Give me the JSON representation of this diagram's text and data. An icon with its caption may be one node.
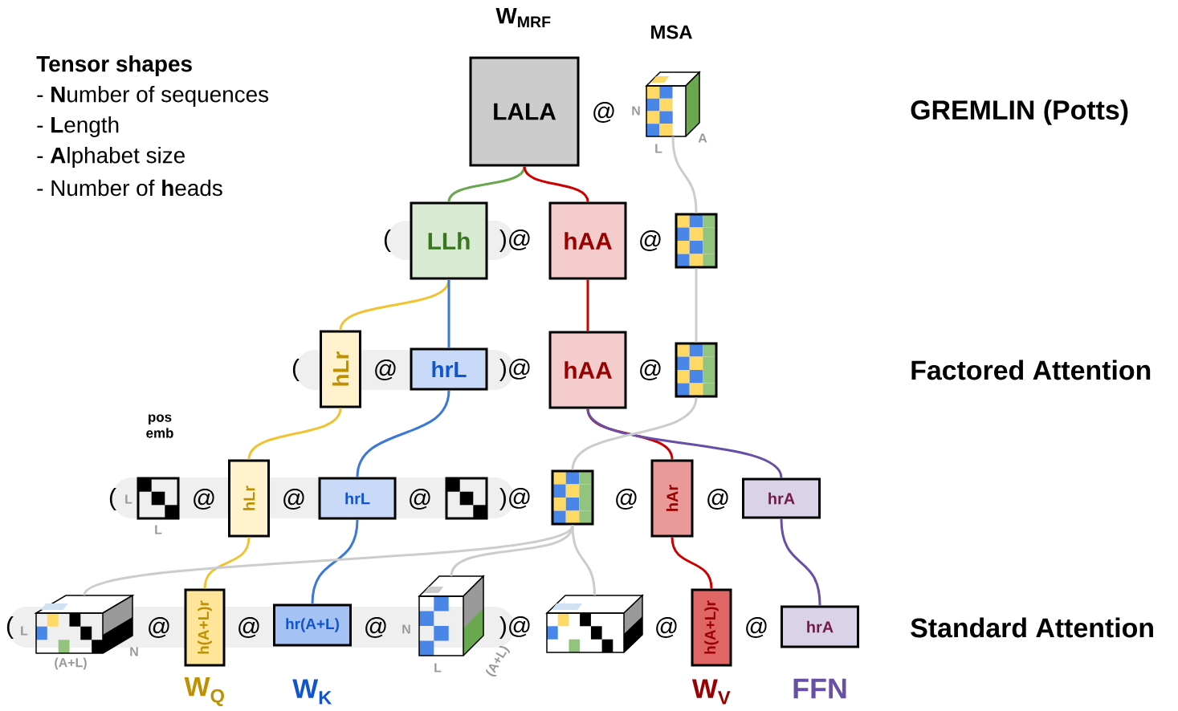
{
  "diagram": {
    "nodes": [
      {
        "text": [
          "LALA"
        ],
        "beside": [
          "W$_{MRF}$"
        ]
      },
      {
        "text": [],
        "shape": "picture",
        "beside": [
          "MSA",
          "N",
          "L",
          "A"
        ]
      },
      {
        "text": [
          "LLh"
        ]
      },
      {
        "text": [
          "hAA"
        ]
      },
      {
        "text": [],
        "shape": "picture"
      },
      {
        "text": [
          "hLr"
        ]
      },
      {
        "text": [
          "hrL"
        ]
      },
      {
        "text": [
          "hAA"
        ]
      },
      {
        "text": [],
        "shape": "picture"
      },
      {
        "text": [],
        "shape": "picture",
        "beside": [
          "pos emb",
          "L",
          "L"
        ]
      },
      {
        "text": [
          "hLr"
        ]
      },
      {
        "text": [
          "hrL"
        ]
      },
      {
        "text": [],
        "shape": "picture"
      },
      {
        "text": [],
        "shape": "picture"
      },
      {
        "text": [
          "hAr"
        ]
      },
      {
        "text": [
          "hrA"
        ]
      },
      {
        "text": [],
        "shape": "picture",
        "beside": [
          "(A+L)",
          "N"
        ]
      },
      {
        "text": [
          "h(A+L)r"
        ],
        "beside": [
          "W$_{Q}$"
        ]
      },
      {
        "text": [
          "hr(A+L)"
        ],
        "beside": [
          "W$_{K}$"
        ]
      },
      {
        "text": [],
        "shape": "picture",
        "beside": [
          "L",
          "(A+L)"
        ]
      },
      {
        "text": [],
        "shape": "picture"
      },
      {
        "text": [
          "h(A+L)r"
        ],
        "beside": [
          "W$_{V}$"
        ]
      },
      {
        "text": [
          "hrA"
        ],
        "beside": [
          "FFN"
        ]
      }
    ],
    "edges": [
      {
        "from": 0,
        "to": 2,
        "arrow": "none",
        "color": "#6aa84f"
      },
      {
        "from": 0,
        "to": 3,
        "arrow": "none",
        "color": "#cc0000"
      },
      {
        "from": 1,
        "to": 4,
        "arrow": "none"
      },
      {
        "from": 2,
        "to": 5,
        "arrow": "none",
        "color": "#f1c232"
      },
      {
        "from": 2,
        "to": 6,
        "arrow": "none",
        "color": "#3c78d8"
      },
      {
        "from": 3,
        "to": 7,
        "arrow": "none",
        "color": "#cc0000"
      },
      {
        "from": 4,
        "to": 8,
        "arrow": "none"
      },
      {
        "from": 5,
        "to": 10,
        "arrow": "none",
        "color": "#f1c232"
      },
      {
        "from": 6,
        "to": 11,
        "arrow": "none",
        "color": "#3c78d8"
      },
      {
        "from": 7,
        "to": 14,
        "arrow": "none",
        "color": "#cc0000"
      },
      {
        "from": 7,
        "to": 15,
        "arrow": "none",
        "color": "#674ea7"
      },
      {
        "from": 8,
        "to": 13,
        "arrow": "none"
      },
      {
        "from": 10,
        "to": 17,
        "arrow": "none",
        "color": "#f1c232"
      },
      {
        "from": 11,
        "to": 18,
        "arrow": "none",
        "color": "#3c78d8"
      },
      {
        "from": 13,
        "to": 16,
        "arrow": "none"
      },
      {
        "from": 13,
        "to": 19,
        "arrow": "none"
      },
      {
        "from": 13,
        "to": 20,
        "arrow": "none"
      },
      {
        "from": 14,
        "to": 21,
        "arrow": "none",
        "color": "#cc0000"
      },
      {
        "from": 15,
        "to": 22,
        "arrow": "none",
        "color": "#674ea7"
      }
    ],
    "labels": [
      "Tensor shapes",
      "- **N**umber of sequences",
      "- **L**ength",
      "- **A**lphabet size",
      "- Number of **h**eads",
      "@",
      "GREMLIN (Potts)",
      "(",
      ")@",
      "@",
      "(",
      "@",
      ")@",
      "@",
      "Factored Attention",
      "(",
      "@",
      "@",
      "@",
      ")@",
      "@",
      "@",
      "(",
      "L",
      "@",
      "@",
      "@",
      "N",
      ")@",
      "@",
      "@",
      "Standard Attention"
    ]
  }
}
